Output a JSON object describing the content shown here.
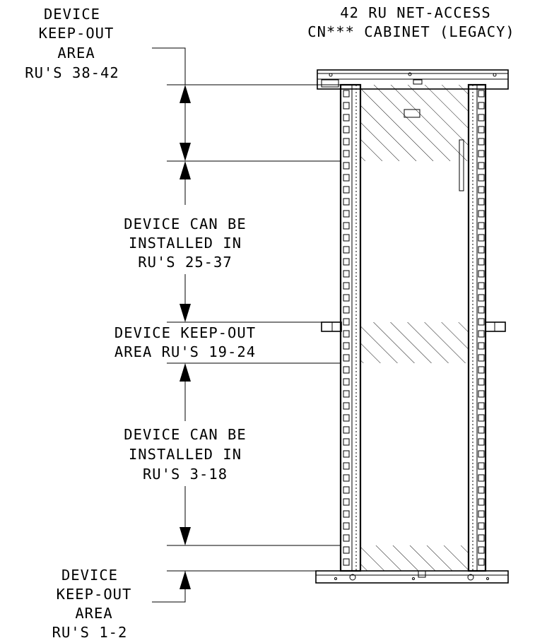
{
  "title": {
    "line1": "42 RU NET-ACCESS",
    "line2": "CN*** CABINET (LEGACY)"
  },
  "zones": [
    {
      "id": "top-keepout",
      "lines": [
        "DEVICE",
        "KEEP-OUT",
        "AREA",
        "RU'S 38-42"
      ],
      "kind": "keep-out"
    },
    {
      "id": "upper-install",
      "lines": [
        "DEVICE CAN BE",
        "INSTALLED IN",
        "RU'S 25-37"
      ],
      "kind": "install"
    },
    {
      "id": "mid-keepout",
      "lines": [
        "DEVICE KEEP-OUT",
        "AREA RU'S 19-24"
      ],
      "kind": "keep-out"
    },
    {
      "id": "lower-install",
      "lines": [
        "DEVICE CAN BE",
        "INSTALLED IN",
        "RU'S 3-18"
      ],
      "kind": "install"
    },
    {
      "id": "bottom-keepout",
      "lines": [
        "DEVICE",
        "KEEP-OUT",
        "AREA",
        "RU'S 1-2"
      ],
      "kind": "keep-out"
    }
  ],
  "colors": {
    "line": "#000000",
    "background": "#ffffff"
  }
}
